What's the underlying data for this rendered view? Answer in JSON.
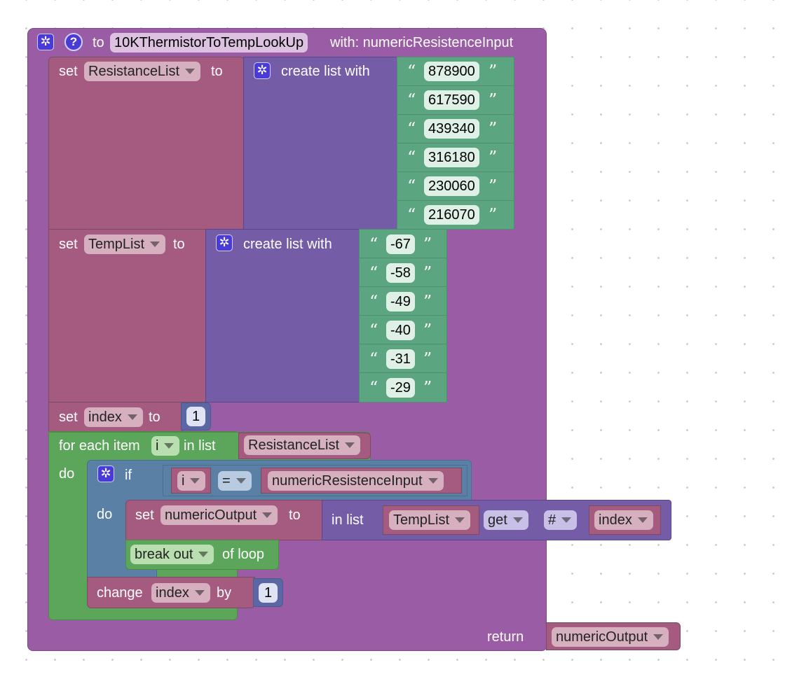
{
  "procedure": {
    "to_kw": "to",
    "name": "10KThermistorToTempLookUp",
    "with_label": "with: numericResistenceInput",
    "return_kw": "return",
    "return_var": "numericOutput"
  },
  "set1": {
    "set_kw": "set",
    "var": "ResistanceList",
    "to_kw": "to",
    "create_label": "create list with",
    "items": [
      "878900",
      "617590",
      "439340",
      "316180",
      "230060",
      "216070"
    ]
  },
  "set2": {
    "set_kw": "set",
    "var": "TempList",
    "to_kw": "to",
    "create_label": "create list with",
    "items": [
      "-67",
      "-58",
      "-49",
      "-40",
      "-31",
      "-29"
    ]
  },
  "set3": {
    "set_kw": "set",
    "var": "index",
    "to_kw": "to",
    "value": "1"
  },
  "loop": {
    "for_label": "for each item",
    "var": "i",
    "in_list_label": "in list",
    "list_var": "ResistanceList",
    "do_kw": "do"
  },
  "if_block": {
    "if_kw": "if",
    "left_var": "i",
    "operator": "=",
    "right_var": "numericResistenceInput",
    "do_kw": "do"
  },
  "set4": {
    "set_kw": "set",
    "var": "numericOutput",
    "to_kw": "to",
    "in_list_label": "in list",
    "list_var": "TempList",
    "get_op": "get",
    "index_mode": "#",
    "index_var": "index"
  },
  "break_block": {
    "action": "break out",
    "suffix": "of loop"
  },
  "change_block": {
    "change_kw": "change",
    "var": "index",
    "by_kw": "by",
    "value": "1"
  },
  "icons": {
    "gear": "gear-icon",
    "help": "help-icon",
    "quote_open": "“",
    "quote_close": "”"
  },
  "colors": {
    "procedure": "#9a5ca4",
    "variable": "#a55b80",
    "list": "#745ca6",
    "text": "#5ba580",
    "loop": "#5ca65c",
    "logic": "#5b80a5",
    "math": "#5b67a5"
  }
}
